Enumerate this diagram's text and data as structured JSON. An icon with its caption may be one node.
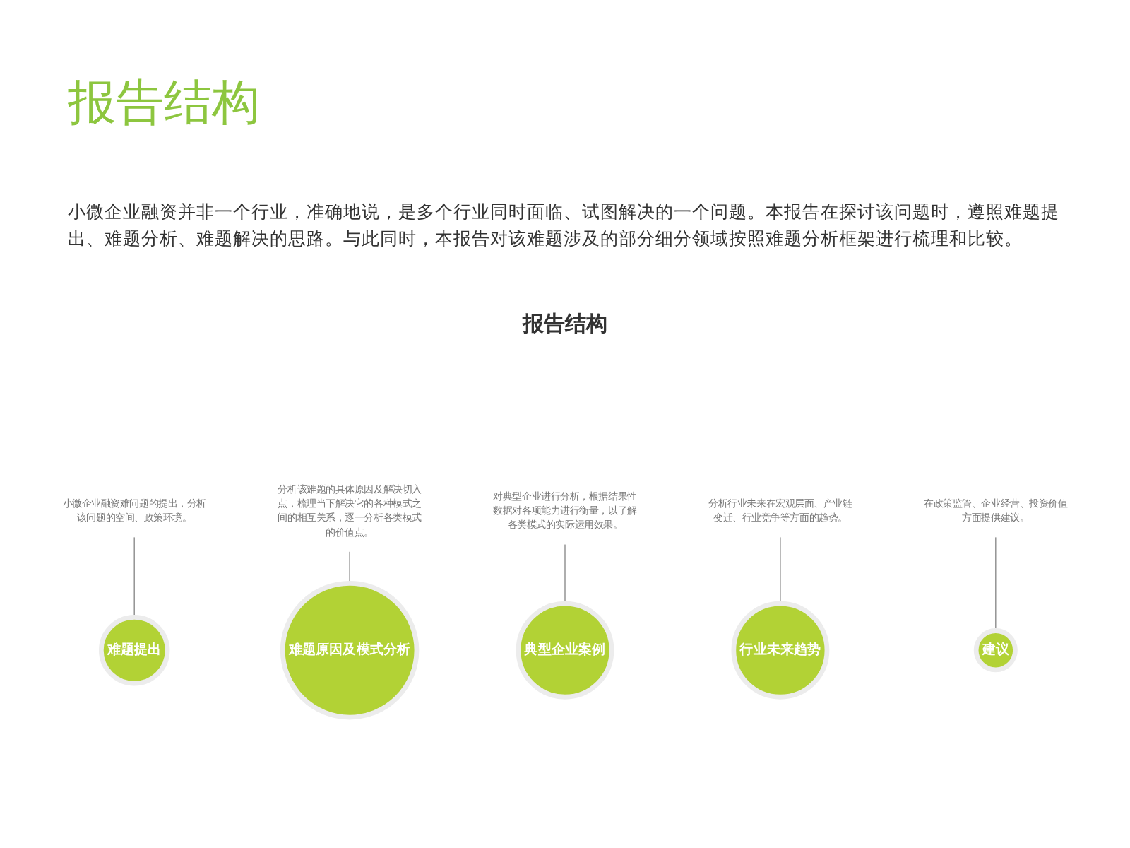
{
  "diagram": {
    "title": "报告结构",
    "nodes": [
      {
        "text": [
          "难题提出"
        ]
      },
      {
        "text": [
          "难题原因及模式分析"
        ]
      },
      {
        "text": [
          "典型企业案例"
        ]
      },
      {
        "text": [
          "行业未来趋势"
        ]
      },
      {
        "text": [
          "建议"
        ]
      },
      {
        "text": [
          "小微企业融资难问题的提出，分析该问题的空间、政策环境。"
        ]
      },
      {
        "text": [
          "分析该难题的具体原因及解决切入点，梳理当下解决它的各种模式之间的相互关系，逐一分析各类模式的价值点。"
        ]
      },
      {
        "text": [
          "对典型企业进行分析，根据结果性数据对各项能力进行衡量，以了解各类模式的实际运用效果。"
        ]
      },
      {
        "text": [
          "分析行业未来在宏观层面、产业链变迁、行业竞争等方面的趋势。"
        ]
      },
      {
        "text": [
          "在政策监管、企业经营、投资价值方面提供建议。"
        ]
      }
    ],
    "edges": [
      {
        "from": 5,
        "to": 0,
        "arrow": "none"
      },
      {
        "from": 6,
        "to": 1,
        "arrow": "none"
      },
      {
        "from": 7,
        "to": 2,
        "arrow": "none"
      },
      {
        "from": 8,
        "to": 3,
        "arrow": "none"
      },
      {
        "from": 9,
        "to": 4,
        "arrow": "none"
      }
    ],
    "labels": [
      "小微企业融资并非一个行业，准确地说，是多个行业同时面临、试图解决的一个问题。本报告在探讨该问题时，遵照难题提出、难题分析、难题解决的思路。与此同时，本报告对该难题涉及的部分细分领域按照难题分析框架进行梳理和比较。",
      "报告结构"
    ]
  }
}
